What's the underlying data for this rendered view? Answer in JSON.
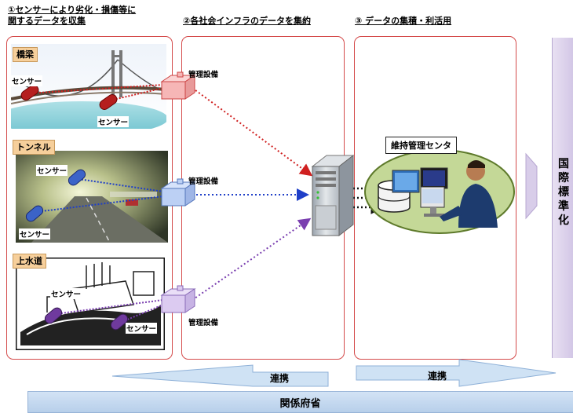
{
  "headers": {
    "collect": "①センサーにより劣化・損傷等に\n関するデータを収集",
    "aggregate": "②各社会インフラのデータを集約",
    "utilize": "③ データの集積・利活用"
  },
  "infrastructure": {
    "bridge": "橋梁",
    "tunnel": "トンネル",
    "water": "上水道"
  },
  "sensor_label": "センサー",
  "facility_label": "管理設備",
  "center_label": "維持管理センタ",
  "standardization": "国際標準化",
  "cooperation_left": "連携",
  "cooperation_right": "連携",
  "ministries": "関係府省",
  "colors": {
    "bridge_line": "#d02020",
    "tunnel_line": "#1f3fc8",
    "water_line": "#7a3fb0",
    "panel_border": "#d44a4a",
    "tag_bg": "#f6cf9b"
  }
}
